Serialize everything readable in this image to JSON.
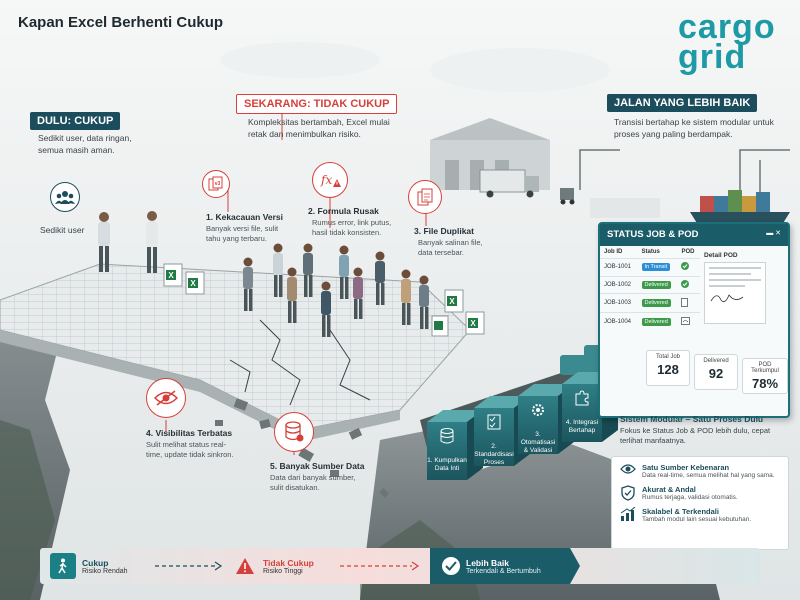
{
  "title": "Kapan Excel Berhenti Cukup",
  "logo": {
    "line1": "cargo",
    "line2": "grid"
  },
  "dulu": {
    "header": "DULU: CUKUP",
    "desc": "Sedikit user, data ringan, semua masih aman.",
    "icon_label": "Sedikit user"
  },
  "sekarang": {
    "header": "SEKARANG: TIDAK CUKUP",
    "desc": "Kompleksitas bertambah, Excel mulai retak dan menimbulkan risiko."
  },
  "jalan": {
    "header": "JALAN YANG LEBIH BAIK",
    "desc": "Transisi bertahap ke sistem modular untuk proses yang paling berdampak."
  },
  "problems": [
    {
      "title": "1. Kekacauan Versi",
      "desc": "Banyak versi file, sulit tahu yang terbaru.",
      "icon": "version-files-icon"
    },
    {
      "title": "2. Formula Rusak",
      "desc": "Rumus error, link putus, hasil tidak konsisten.",
      "icon": "broken-formula-icon"
    },
    {
      "title": "3. File Duplikat",
      "desc": "Banyak salinan file, data tersebar.",
      "icon": "duplicate-file-icon"
    },
    {
      "title": "4. Visibilitas Terbatas",
      "desc": "Sulit melihat status real-time, update tidak sinkron.",
      "icon": "eye-icon"
    },
    {
      "title": "5. Banyak Sumber Data",
      "desc": "Data dari banyak sumber, sulit disatukan.",
      "icon": "database-icon"
    }
  ],
  "file_badge": "v3",
  "dashboard": {
    "title": "STATUS JOB & POD",
    "columns": [
      "Job ID",
      "Status",
      "POD"
    ],
    "rows": [
      {
        "id": "JOB-1001",
        "status": "In Transit",
        "color": "#2a8fd6",
        "pod": "ok"
      },
      {
        "id": "JOB-1002",
        "status": "Delivered",
        "color": "#3e9a4b",
        "pod": "ok"
      },
      {
        "id": "JOB-1003",
        "status": "Delivered",
        "color": "#3e9a4b",
        "pod": "doc"
      },
      {
        "id": "JOB-1004",
        "status": "Delivered",
        "color": "#3e9a4b",
        "pod": "sig"
      }
    ],
    "detail_label": "Detail POD",
    "kpis": [
      {
        "label": "Total Job",
        "value": "128"
      },
      {
        "label": "Delivered",
        "value": "92"
      },
      {
        "label": "POD Terkumpul",
        "value": "78%"
      }
    ]
  },
  "modular": {
    "title": "Sistem Modular – Satu Proses Dulu",
    "desc": "Fokus ke Status Job & POD lebih dulu, cepat terlihat manfaatnya."
  },
  "blocks": [
    {
      "label": "1. Kumpulkan Data Inti",
      "icon": "database-icon"
    },
    {
      "label": "2. Standardisasi Proses",
      "icon": "checklist-icon"
    },
    {
      "label": "3. Otomatisasi & Validasi",
      "icon": "gear-icon"
    },
    {
      "label": "4. Integrasi Bertahap",
      "icon": "puzzle-icon"
    }
  ],
  "benefits": [
    {
      "title": "Satu Sumber Kebenaran",
      "desc": "Data real-time, semua melihat hal yang sama.",
      "icon": "eye-icon"
    },
    {
      "title": "Akurat & Andal",
      "desc": "Rumus terjaga, validasi otomatis.",
      "icon": "shield-check-icon"
    },
    {
      "title": "Skalabel & Terkendali",
      "desc": "Tambah modul lain sesuai kebutuhan.",
      "icon": "growth-chart-icon"
    }
  ],
  "stages": [
    {
      "title": "Cukup",
      "sub": "Risiko Rendah",
      "color": "#1b7f86"
    },
    {
      "title": "Tidak Cukup",
      "sub": "Risiko Tinggi",
      "color": "#d6403a"
    },
    {
      "title": "Lebih Baik",
      "sub": "Terkendali & Bertumbuh",
      "color": "#1b6f78"
    }
  ],
  "colors": {
    "teal": "#1b4d5c",
    "red": "#d6403a",
    "accent": "#1d9aa6"
  }
}
